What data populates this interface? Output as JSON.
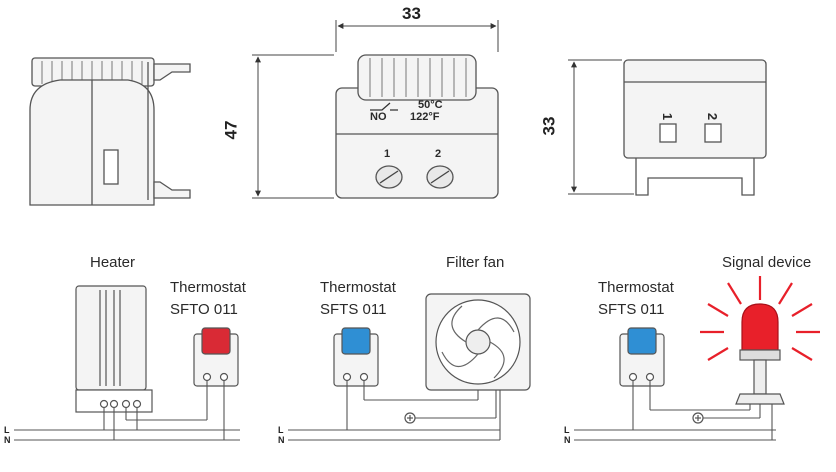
{
  "dimensions": {
    "width_top": "33",
    "height_side": "47",
    "height_rear": "33"
  },
  "device_front": {
    "switch_type": "NO",
    "temp_c": "50°C",
    "temp_f": "122°F",
    "terminal_1": "1",
    "terminal_2": "2"
  },
  "device_rear": {
    "terminal_1": "1",
    "terminal_2": "2"
  },
  "circuits": [
    {
      "device_label": "Heater",
      "thermostat_label_line1": "Thermostat",
      "thermostat_label_line2": "SFTO 011",
      "thermostat_color": "#d92a35"
    },
    {
      "device_label": "Filter fan",
      "thermostat_label_line1": "Thermostat",
      "thermostat_label_line2": "SFTS 011",
      "thermostat_color": "#2f8fd4"
    },
    {
      "device_label": "Signal device",
      "thermostat_label_line1": "Thermostat",
      "thermostat_label_line2": "SFTS 011",
      "thermostat_color": "#2f8fd4"
    }
  ],
  "lines": {
    "live": "L",
    "neutral": "N"
  },
  "colors": {
    "stroke": "#555555",
    "body_fill": "#f2f2f2",
    "light_red": "#e8202a"
  }
}
